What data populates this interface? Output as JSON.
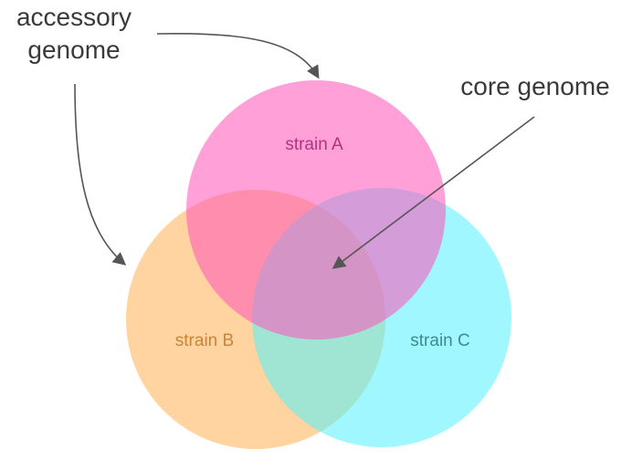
{
  "labels": {
    "accessory_line1": "accessory",
    "accessory_line2": "genome",
    "core": "core genome"
  },
  "circles": [
    {
      "id": "a",
      "label": "strain A",
      "fill": "#ff52b8",
      "text_color": "#b0347c"
    },
    {
      "id": "b",
      "label": "strain B",
      "fill": "#ffb152",
      "text_color": "#c98436"
    },
    {
      "id": "c",
      "label": "strain C",
      "fill": "#52f0ff",
      "text_color": "#3d8a93"
    }
  ],
  "colors": {
    "text": "#3a3a3a",
    "arrow": "#555555",
    "circle_opacity": 0.55
  }
}
